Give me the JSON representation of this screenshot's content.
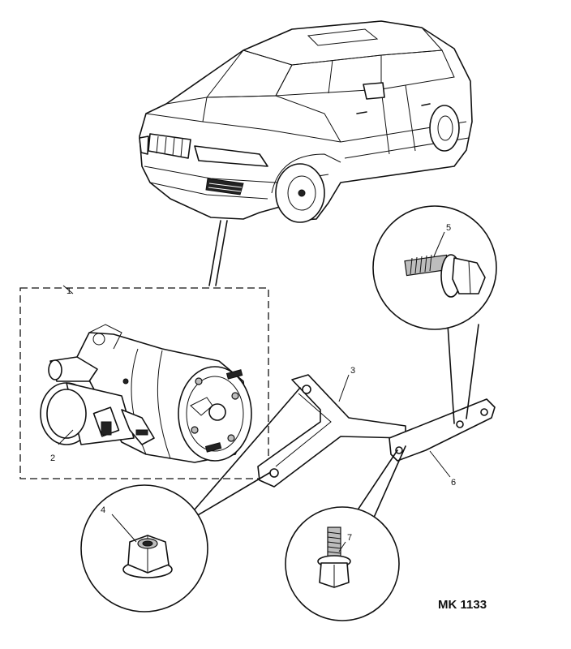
{
  "diagram": {
    "reference_code": "MK 1133",
    "callouts": [
      {
        "id": "1",
        "label": "1"
      },
      {
        "id": "2",
        "label": "2"
      },
      {
        "id": "3",
        "label": "3"
      },
      {
        "id": "4",
        "label": "4"
      },
      {
        "id": "5",
        "label": "5"
      },
      {
        "id": "6",
        "label": "6"
      },
      {
        "id": "7",
        "label": "7"
      }
    ]
  }
}
